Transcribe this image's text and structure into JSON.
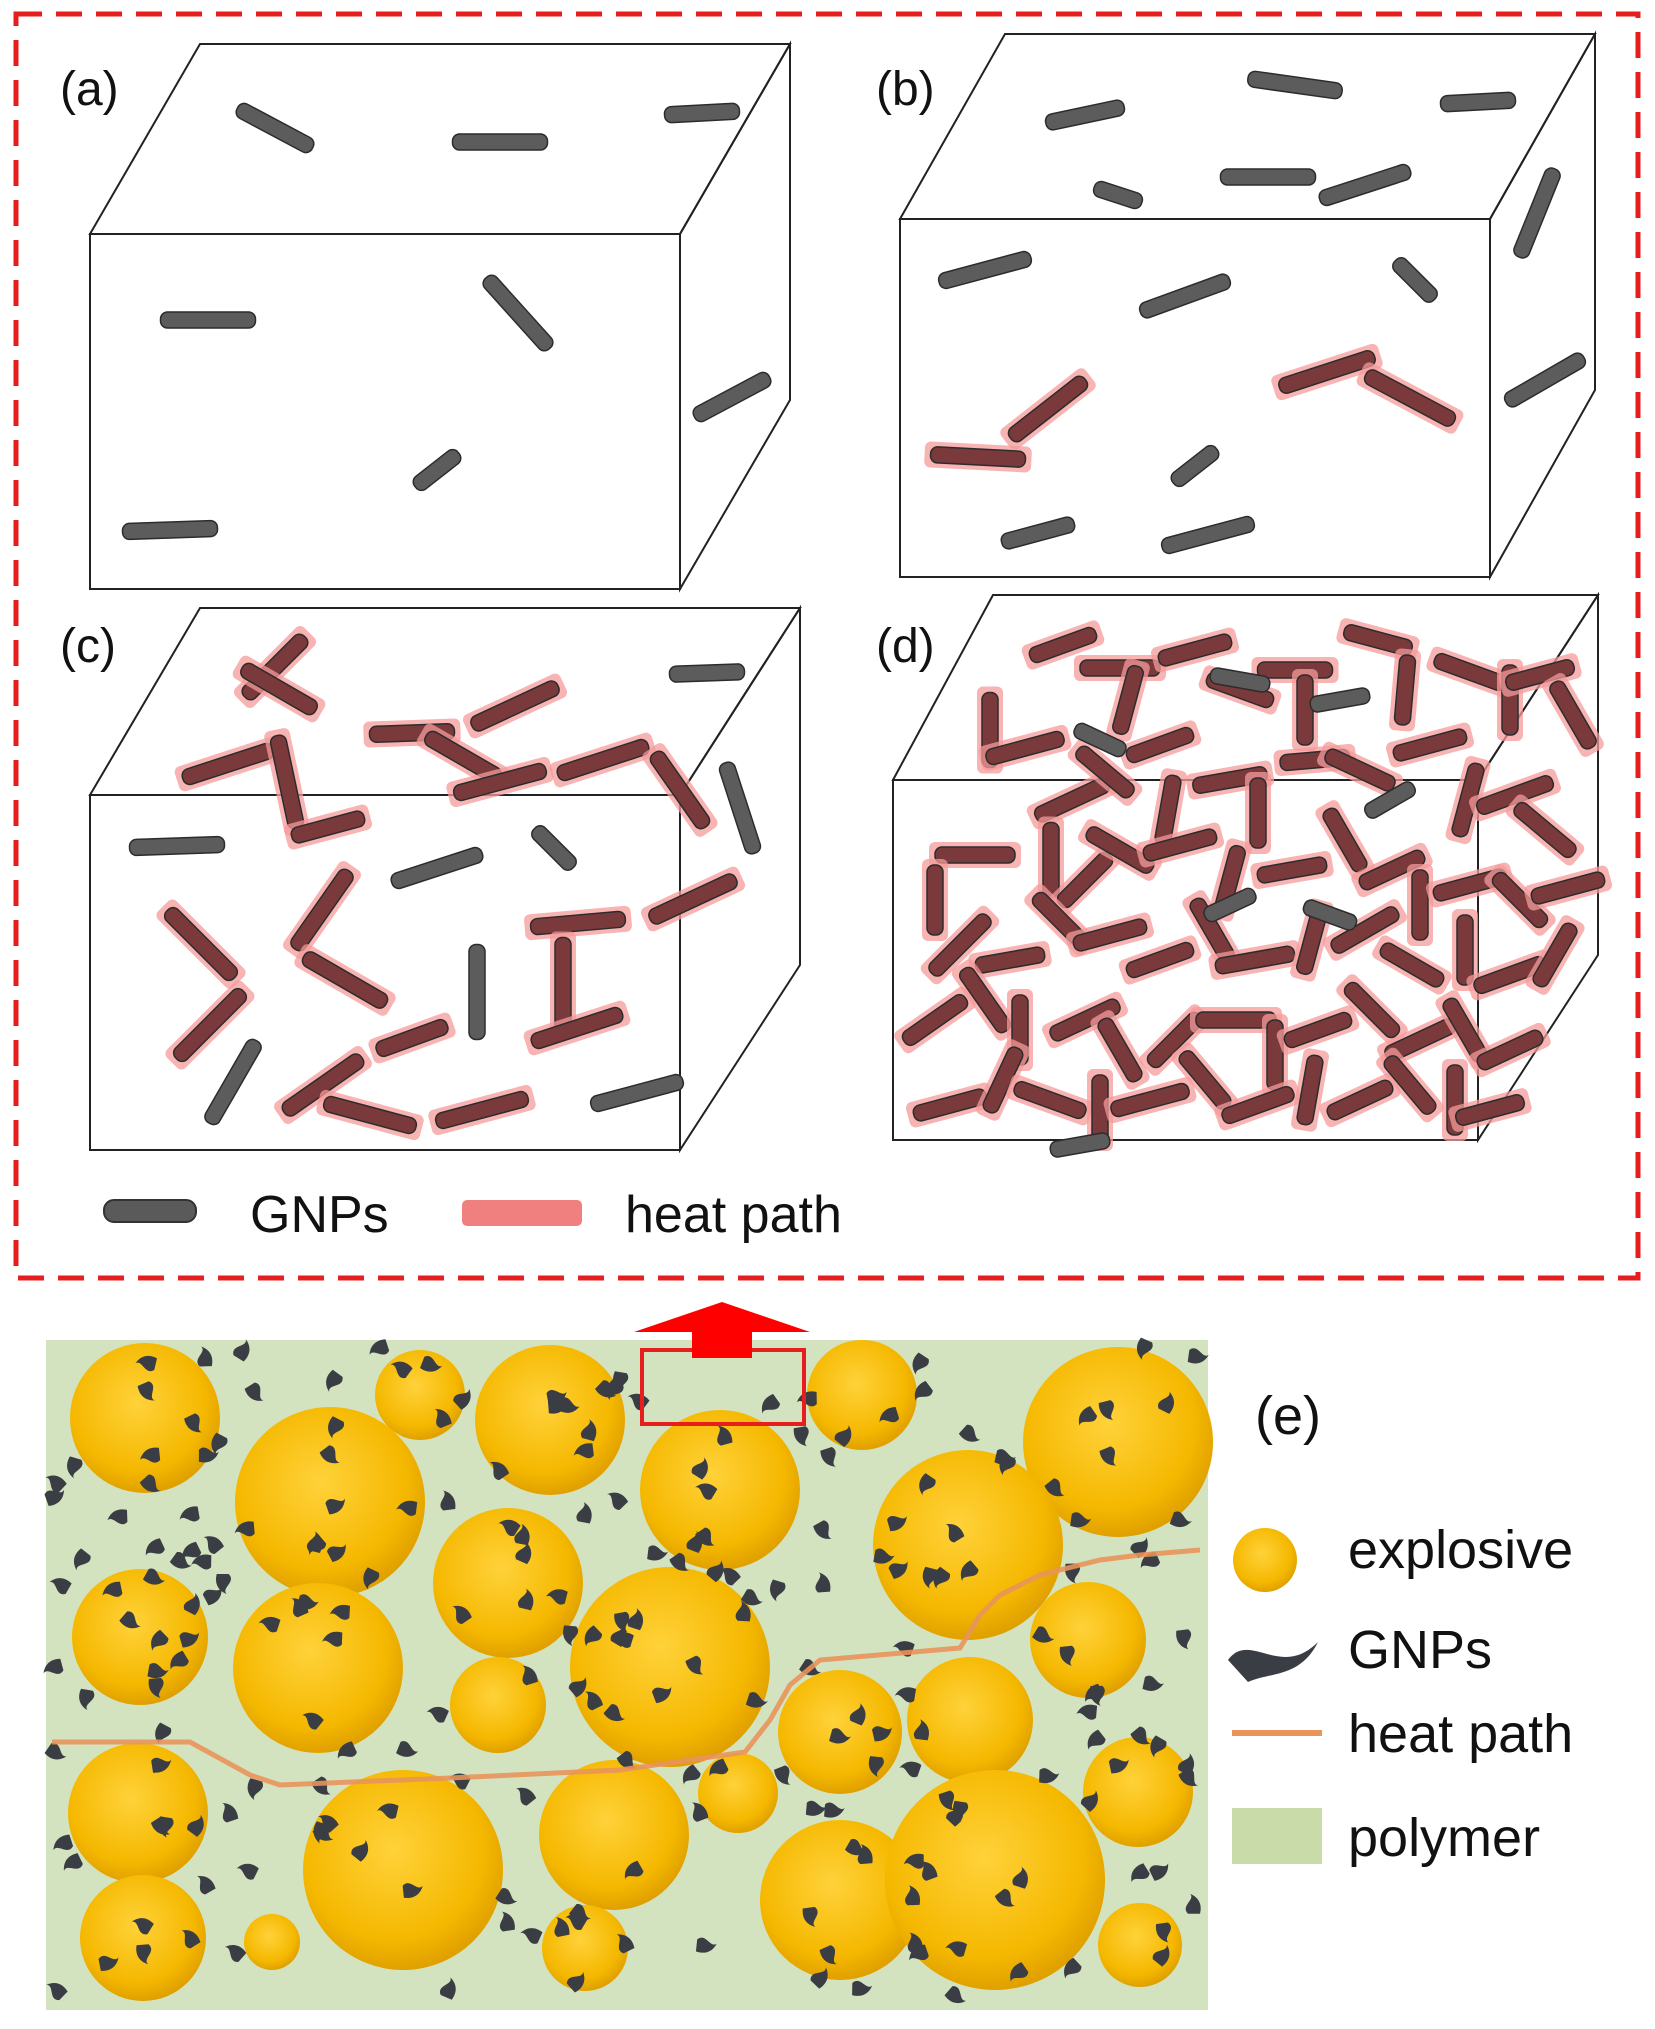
{
  "panels": {
    "a": "(a)",
    "b": "(b)",
    "c": "(c)",
    "d": "(d)",
    "e": "(e)"
  },
  "legend_top": {
    "gnps": "GNPs",
    "heat_path": "heat path"
  },
  "legend_bottom": {
    "explosive": "explosive",
    "gnps": "GNPs",
    "heat_path": "heat path",
    "polymer": "polymer"
  },
  "colors": {
    "dashed_border": "#e61e1e",
    "gnp": "#555555",
    "heat_path_top": "#f08080",
    "heat_path_bottom": "#e8945a",
    "explosive": "#f5b800",
    "polymer": "#d4e3bf",
    "highlight_box": "#e61e1e",
    "arrow": "#ff0000"
  }
}
